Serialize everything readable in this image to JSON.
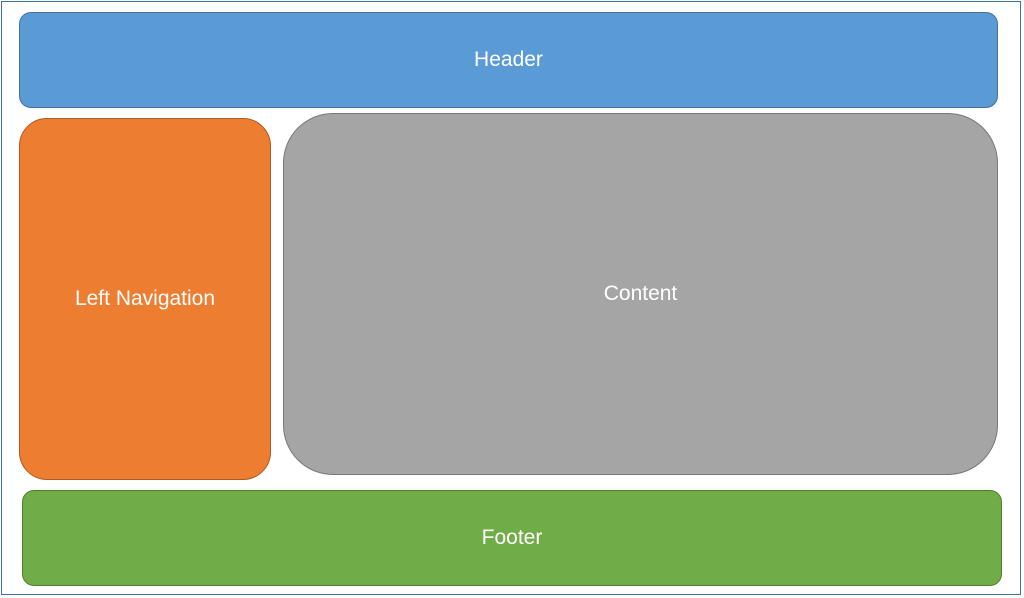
{
  "blocks": {
    "header": {
      "label": "Header",
      "color": "#5b9bd5"
    },
    "left_navigation": {
      "label": "Left Navigation",
      "color": "#ed7d31"
    },
    "content": {
      "label": "Content",
      "color": "#a5a5a5"
    },
    "footer": {
      "label": "Footer",
      "color": "#70ad47"
    }
  }
}
